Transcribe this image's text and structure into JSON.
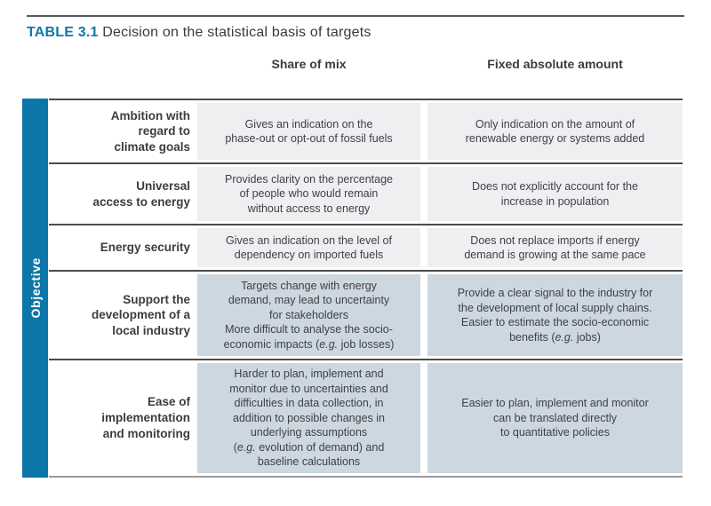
{
  "title": {
    "label": "TABLE 3.1",
    "text": "Decision on the statistical basis of targets"
  },
  "side_label": "Objective",
  "columns": [
    {
      "label": "Share of mix"
    },
    {
      "label": "Fixed absolute amount"
    }
  ],
  "colors": {
    "accent_blue": "#0c76a8",
    "light_cell_bg": "#edeff1",
    "shaded_cell_bg": "#ccd7e0",
    "divider_dark": "#4b4c4e",
    "divider_bottom": "#9a9b9e",
    "text_dark": "#3f4043"
  },
  "rows": [
    {
      "label": "Ambition with\nregard to\nclimate goals",
      "tone": "light",
      "cells": [
        {
          "segments": [
            {
              "text": "Gives an indication on the\nphase-out or opt-out of fossil fuels"
            }
          ]
        },
        {
          "segments": [
            {
              "text": "Only indication on the amount of\nrenewable energy or systems added"
            }
          ]
        }
      ]
    },
    {
      "label": "Universal\naccess to energy",
      "tone": "light",
      "cells": [
        {
          "segments": [
            {
              "text": "Provides clarity on the percentage\nof people who would remain\nwithout access to energy"
            }
          ]
        },
        {
          "segments": [
            {
              "text": "Does not explicitly account for the\nincrease in population"
            }
          ]
        }
      ]
    },
    {
      "label": "Energy security",
      "tone": "light",
      "cells": [
        {
          "segments": [
            {
              "text": "Gives an indication on the level of\ndependency on imported fuels"
            }
          ]
        },
        {
          "segments": [
            {
              "text": "Does not replace imports if energy\ndemand is growing at the same pace"
            }
          ]
        }
      ]
    },
    {
      "label": "Support the\ndevelopment of a\nlocal industry",
      "tone": "shaded",
      "cells": [
        {
          "segments": [
            {
              "text": "Targets change with energy\ndemand, may lead to uncertainty\nfor stakeholders\nMore difficult to analyse the socio-\neconomic impacts ("
            },
            {
              "text": "e.g.",
              "italic": true
            },
            {
              "text": " job losses)"
            }
          ]
        },
        {
          "segments": [
            {
              "text": "Provide a clear signal to the industry for\nthe development of local supply chains.\nEasier to estimate the socio-economic\nbenefits ("
            },
            {
              "text": "e.g.",
              "italic": true
            },
            {
              "text": " jobs)"
            }
          ]
        }
      ]
    },
    {
      "label": "Ease of\nimplementation\nand monitoring",
      "tone": "shaded",
      "cells": [
        {
          "segments": [
            {
              "text": "Harder to plan, implement and\nmonitor due to uncertainties and\ndifficulties in data collection, in\naddition to possible changes in\nunderlying assumptions\n("
            },
            {
              "text": "e.g.",
              "italic": true
            },
            {
              "text": " evolution of demand) and\nbaseline calculations"
            }
          ]
        },
        {
          "segments": [
            {
              "text": "Easier to plan, implement and monitor\ncan be translated directly\nto quantitative policies"
            }
          ]
        }
      ]
    }
  ]
}
